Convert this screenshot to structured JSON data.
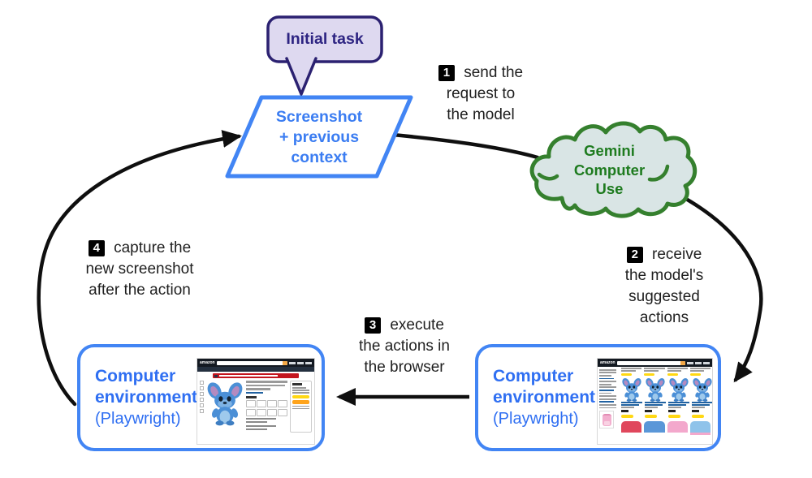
{
  "colors": {
    "accent_blue": "#4285f4",
    "blue_text": "#2f6ff2",
    "purple_border": "#2b2171",
    "purple_fill": "#ded9f0",
    "purple_text": "#2d2482",
    "green_border": "#35802e",
    "green_text": "#1e7b1f",
    "cloud_fill": "#d9e5e5",
    "arrow_black": "#0f0f0f",
    "badge_bg": "#000000",
    "badge_fg": "#ffffff",
    "amazon_nav": "#131921",
    "amazon_yellow": "#ffd814",
    "amazon_orange": "#ffa41c",
    "banner_red": "#c3151e"
  },
  "bubble": {
    "label": "Initial task"
  },
  "parallelogram": {
    "lines": [
      "Screenshot",
      "+ previous",
      "context"
    ]
  },
  "cloud": {
    "lines": [
      "Gemini",
      "Computer",
      "Use"
    ]
  },
  "steps": [
    {
      "num": "1",
      "lines": [
        "send the",
        "request to",
        "the model"
      ]
    },
    {
      "num": "2",
      "lines": [
        "receive",
        "the model's",
        "suggested",
        "actions"
      ]
    },
    {
      "num": "3",
      "lines": [
        "execute",
        "the actions in",
        "the browser"
      ]
    },
    {
      "num": "4",
      "lines": [
        "capture the",
        "new screenshot",
        "after the action"
      ]
    }
  ],
  "env_boxes": [
    {
      "title_lines": [
        "Computer",
        "environment"
      ],
      "subtitle": "(Playwright)"
    },
    {
      "title_lines": [
        "Computer",
        "environment"
      ],
      "subtitle": "(Playwright)"
    }
  ],
  "mini_browser": {
    "logo": "amazon"
  }
}
